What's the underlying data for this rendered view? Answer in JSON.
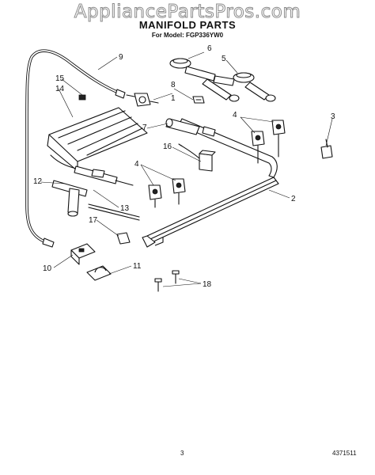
{
  "header": {
    "watermark": "AppliancePartsPros.com",
    "title": "MANIFOLD PARTS",
    "model_line": "For Model: FGP336YW0"
  },
  "footer": {
    "page_number": "3",
    "doc_number": "4371511"
  },
  "callouts": {
    "c1": "1",
    "c2": "2",
    "c3": "3",
    "c4a": "4",
    "c4b": "4",
    "c5": "5",
    "c6": "6",
    "c7": "7",
    "c8": "8",
    "c9": "9",
    "c10": "10",
    "c11": "11",
    "c12": "12",
    "c13": "13",
    "c14": "14",
    "c15": "15",
    "c16": "16",
    "c17": "17",
    "c18": "18"
  }
}
